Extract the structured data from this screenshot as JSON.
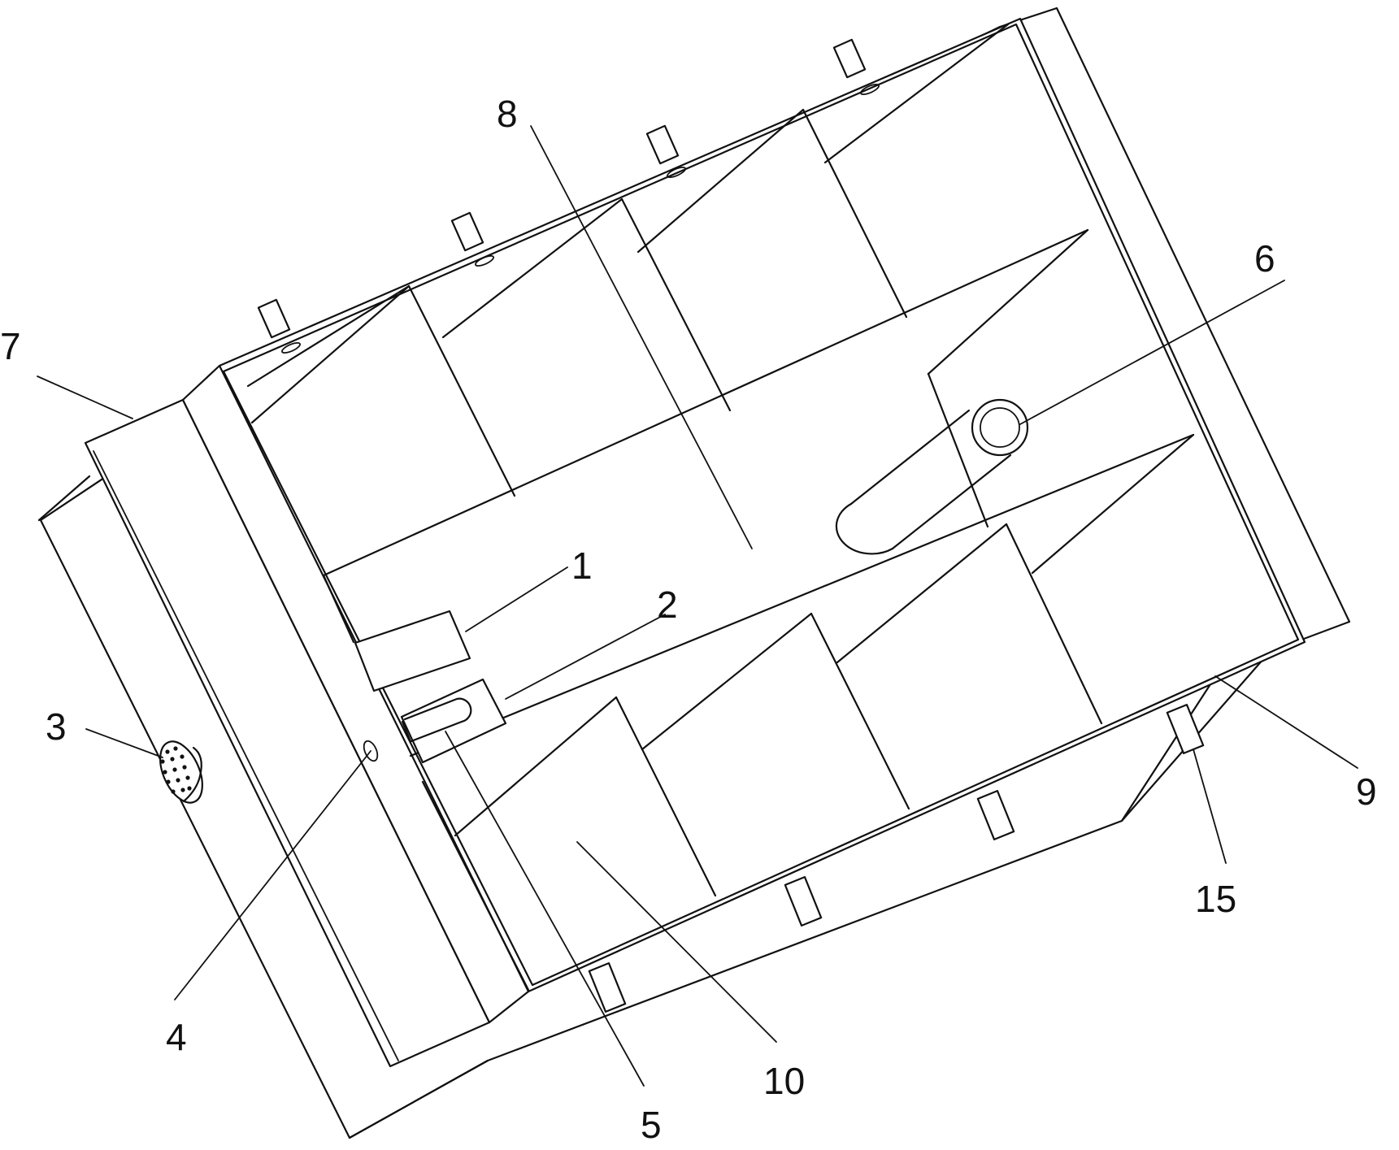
{
  "figure": {
    "callouts": [
      {
        "id": "c1",
        "label": "1"
      },
      {
        "id": "c2",
        "label": "2"
      },
      {
        "id": "c3",
        "label": "3"
      },
      {
        "id": "c4",
        "label": "4"
      },
      {
        "id": "c5",
        "label": "5"
      },
      {
        "id": "c6",
        "label": "6"
      },
      {
        "id": "c7",
        "label": "7"
      },
      {
        "id": "c8",
        "label": "8"
      },
      {
        "id": "c9",
        "label": "9"
      },
      {
        "id": "c10",
        "label": "10"
      },
      {
        "id": "c15",
        "label": "15"
      }
    ]
  }
}
